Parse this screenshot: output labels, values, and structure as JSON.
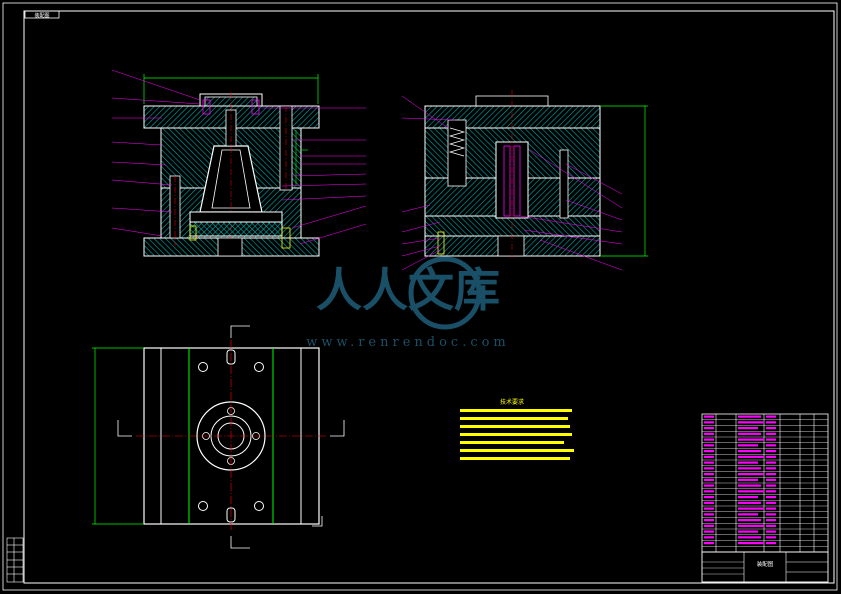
{
  "title_tag": "装配图",
  "watermark": {
    "main": "人人文库",
    "url": "www.renrendoc.com"
  },
  "technical_requirements": {
    "heading": "技术要求"
  },
  "title_block": {
    "drawing_title": "装配图"
  },
  "colors": {
    "background": "#000000",
    "outline": "#ffffff",
    "hatch": "#00a8a8",
    "dimension": "#00ff00",
    "centerline": "#ff0000",
    "leader": "#ff00ff",
    "component": "#ffff00",
    "watermark": "#1f5f7a"
  }
}
